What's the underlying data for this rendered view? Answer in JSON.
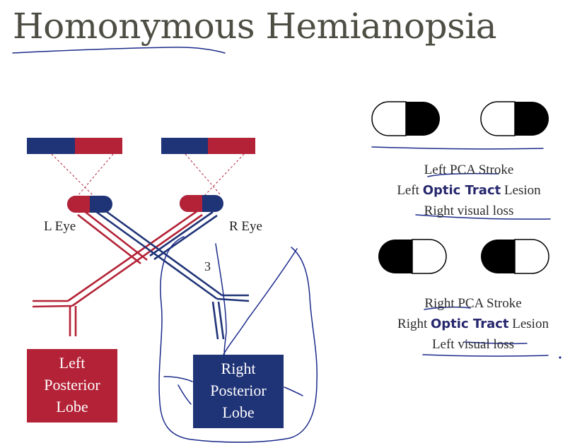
{
  "title": "Homonymous Hemianopsia",
  "left_eye_label": "L Eye",
  "right_eye_label": "R Eye",
  "annotation_number": "3",
  "left_lobe": {
    "line1": "Left",
    "line2": "Posterior",
    "line3": "Lobe"
  },
  "right_lobe": {
    "line1": "Right",
    "line2": "Posterior",
    "line3": "Lobe"
  },
  "case1": {
    "line1": "Left PCA Stroke",
    "line2_prefix": "Left ",
    "line2_bold": "Optic Tract",
    "line2_suffix": " Lesion",
    "line3": "Right visual loss"
  },
  "case2": {
    "line1": "Right PCA Stroke",
    "line2_prefix": "Right ",
    "line2_bold": "Optic Tract",
    "line2_suffix": " Lesion",
    "line3": "Left visual loss"
  },
  "colors": {
    "red": "#b32236",
    "navy": "#1f3377",
    "ink": "#1b2a8a"
  }
}
